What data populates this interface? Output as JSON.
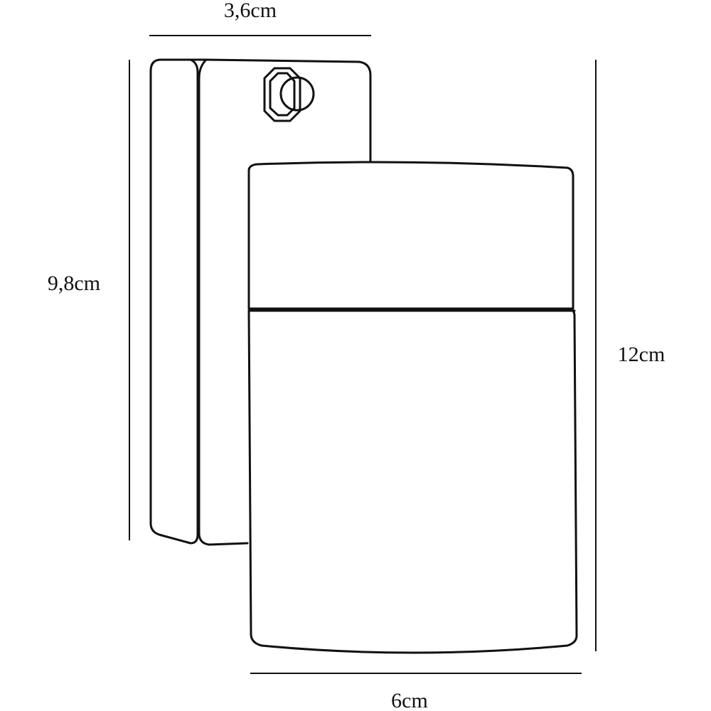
{
  "dimensions": {
    "bracket_width": "3,6cm",
    "bracket_height": "9,8cm",
    "body_height": "12cm",
    "body_width": "6cm"
  },
  "colors": {
    "line": "#111111",
    "background": "#ffffff"
  }
}
